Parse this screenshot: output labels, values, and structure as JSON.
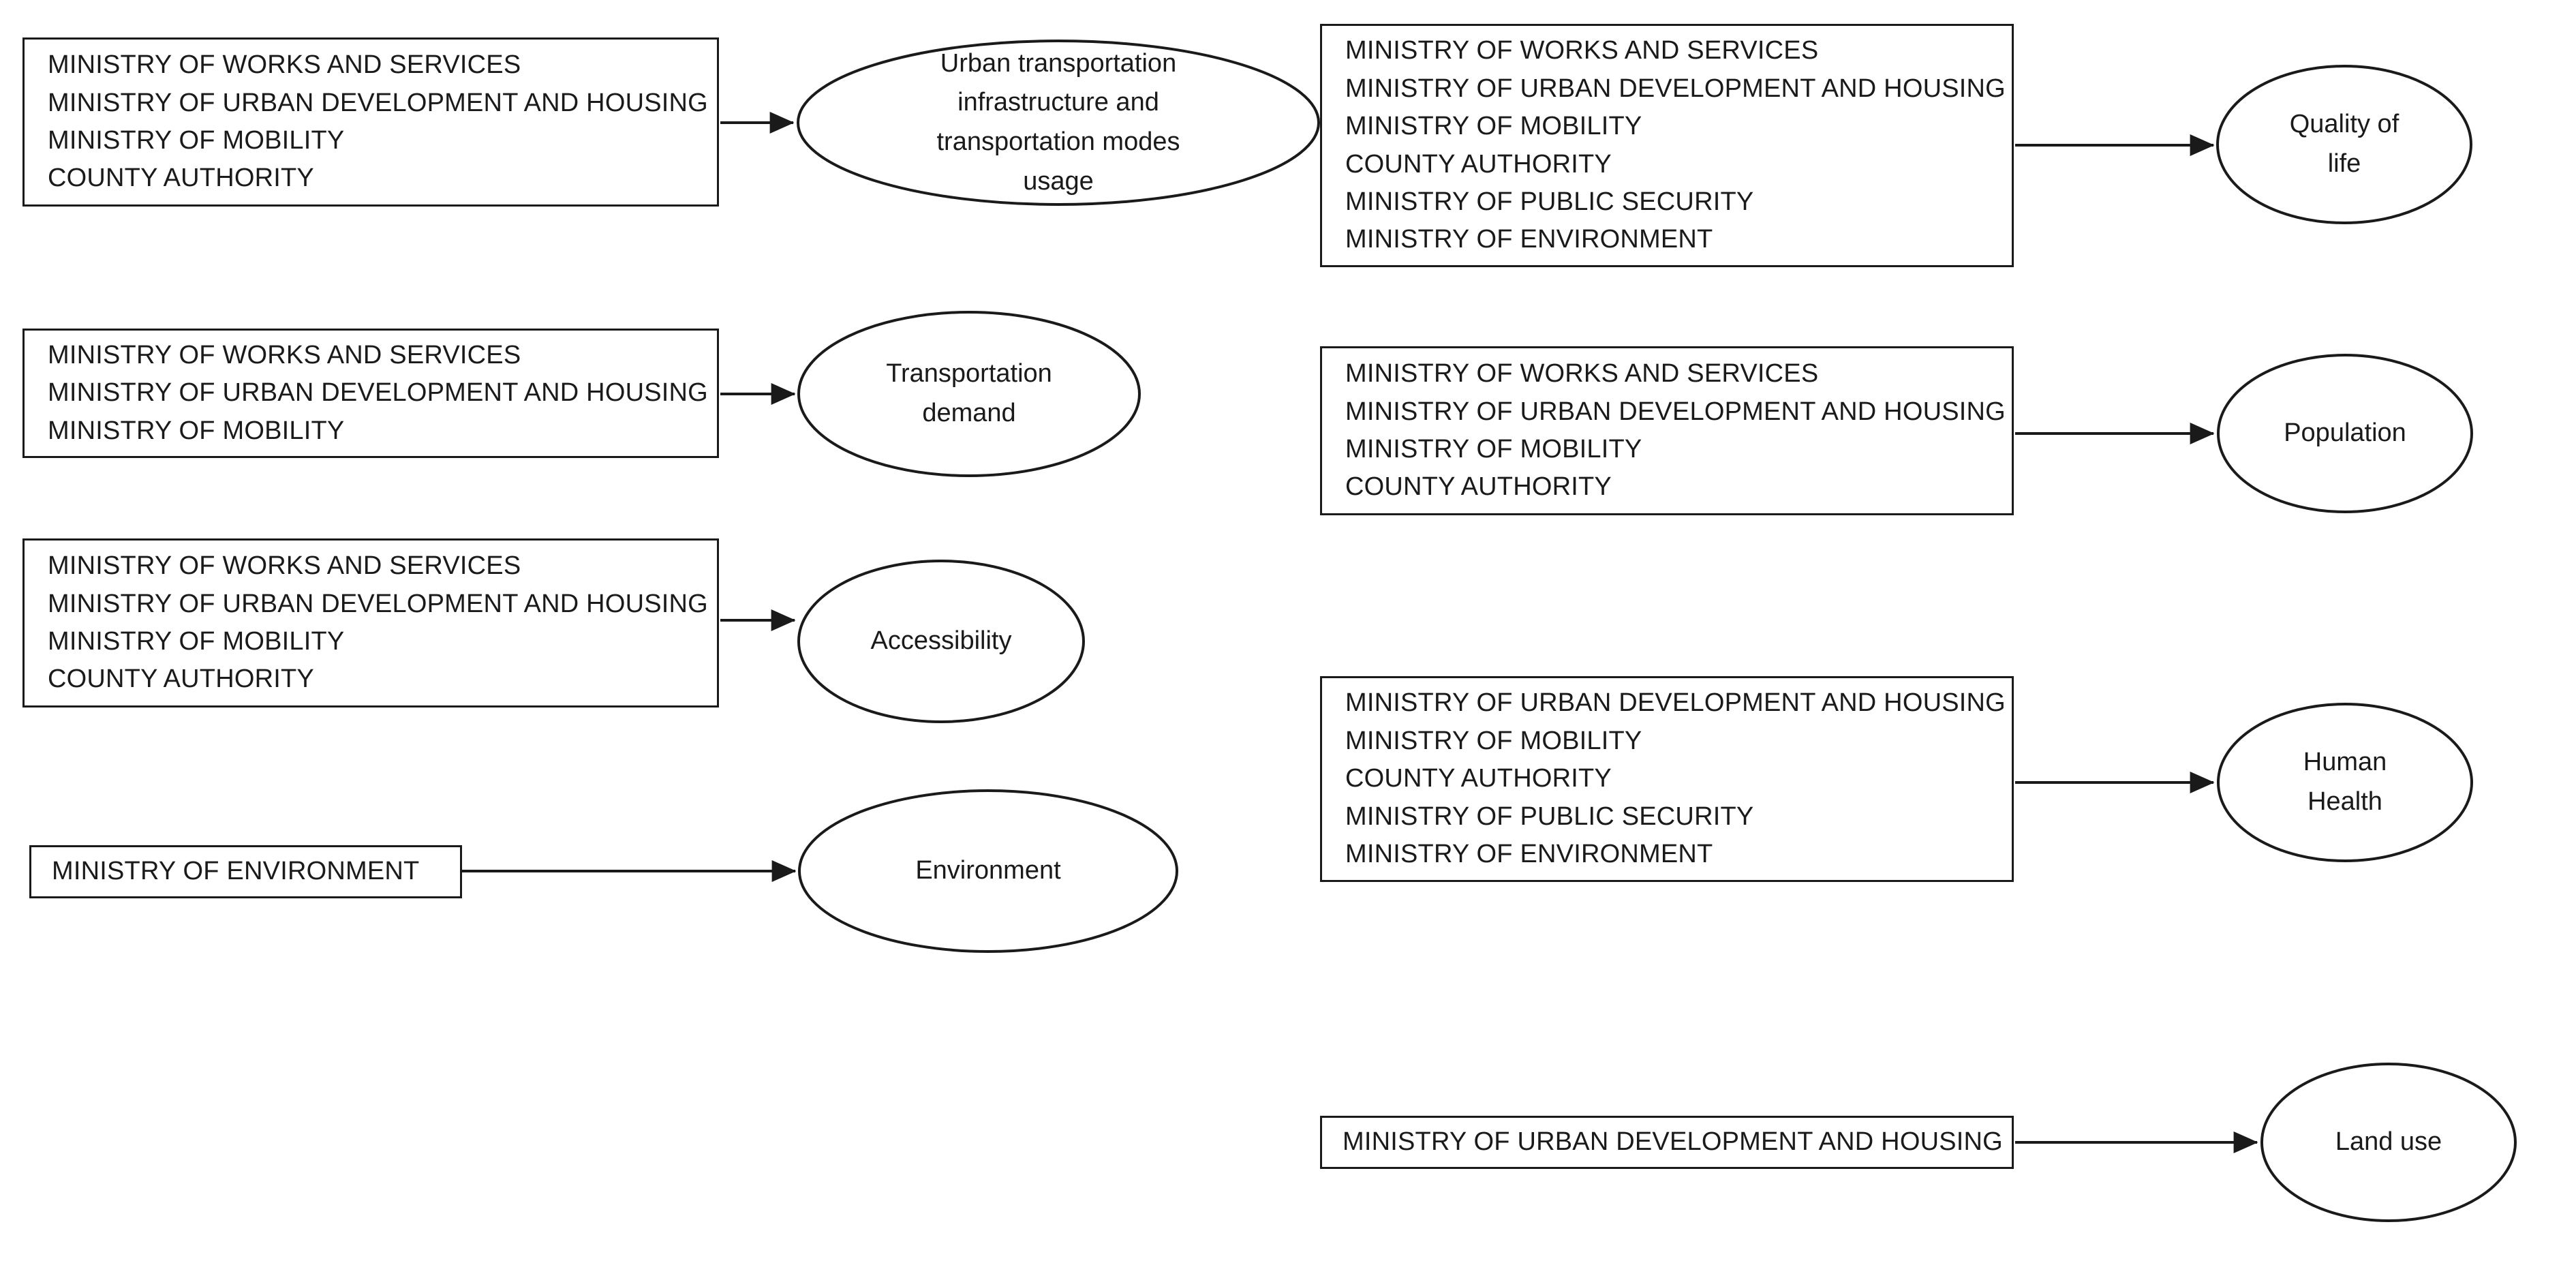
{
  "diagram": {
    "type": "stakeholder-impact-mapping",
    "ministries": {
      "works": "MINISTRY OF WORKS AND SERVICES",
      "urban": "MINISTRY OF URBAN DEVELOPMENT AND HOUSING",
      "mobility": "MINISTRY OF MOBILITY",
      "county": "COUNTY AUTHORITY",
      "security": "MINISTRY OF PUBLIC SECURITY",
      "environment": "MINISTRY OF ENVIRONMENT"
    },
    "left_column": {
      "rows": [
        {
          "id": "urban-transportation",
          "box_lines": [
            "MINISTRY OF WORKS AND SERVICES",
            "MINISTRY OF URBAN DEVELOPMENT AND HOUSING",
            "MINISTRY OF MOBILITY",
            "COUNTY AUTHORITY"
          ],
          "target": "Urban transportation infrastructure and transportation modes usage"
        },
        {
          "id": "transportation-demand",
          "box_lines": [
            "MINISTRY OF WORKS AND SERVICES",
            "MINISTRY OF URBAN DEVELOPMENT AND HOUSING",
            "MINISTRY OF MOBILITY"
          ],
          "target": "Transportation demand"
        },
        {
          "id": "accessibility",
          "box_lines": [
            "MINISTRY OF WORKS AND SERVICES",
            "MINISTRY OF URBAN DEVELOPMENT AND HOUSING",
            "MINISTRY OF MOBILITY",
            "COUNTY AUTHORITY"
          ],
          "target": "Accessibility"
        },
        {
          "id": "environment",
          "box_lines": [
            "MINISTRY OF ENVIRONMENT"
          ],
          "target": "Environment"
        }
      ]
    },
    "right_column": {
      "rows": [
        {
          "id": "quality-of-life",
          "box_lines": [
            "MINISTRY OF WORKS AND SERVICES",
            "MINISTRY OF URBAN DEVELOPMENT AND HOUSING",
            "MINISTRY OF MOBILITY",
            "COUNTY AUTHORITY",
            "MINISTRY OF PUBLIC SECURITY",
            "MINISTRY OF ENVIRONMENT"
          ],
          "target_line1": "Quality of",
          "target_line2": "life"
        },
        {
          "id": "population",
          "box_lines": [
            "MINISTRY OF WORKS AND SERVICES",
            "MINISTRY OF URBAN DEVELOPMENT AND HOUSING",
            "MINISTRY OF MOBILITY",
            "COUNTY AUTHORITY"
          ],
          "target_line1": "Population",
          "target_line2": ""
        },
        {
          "id": "human-health",
          "box_lines": [
            "MINISTRY OF URBAN DEVELOPMENT AND HOUSING",
            "MINISTRY OF MOBILITY",
            "COUNTY AUTHORITY",
            "MINISTRY OF PUBLIC SECURITY",
            "MINISTRY OF ENVIRONMENT"
          ],
          "target_line1": "Human",
          "target_line2": "Health"
        },
        {
          "id": "land-use",
          "box_lines": [
            "MINISTRY OF URBAN DEVELOPMENT AND HOUSING"
          ],
          "target_line1": "Land use",
          "target_line2": ""
        }
      ]
    },
    "ellipse_labels": {
      "urban_transport_l1": "Urban transportation",
      "urban_transport_l2": "infrastructure and",
      "urban_transport_l3": "transportation modes",
      "urban_transport_l4": "usage",
      "transportation_demand_l1": "Transportation",
      "transportation_demand_l2": "demand",
      "accessibility": "Accessibility",
      "environment": "Environment",
      "quality_of_life_l1": "Quality of",
      "quality_of_life_l2": "life",
      "population": "Population",
      "human_health_l1": "Human",
      "human_health_l2": "Health",
      "land_use": "Land use"
    },
    "colors": {
      "stroke": "#1a1a1a",
      "fill": "#ffffff",
      "background": "#ffffff"
    }
  }
}
